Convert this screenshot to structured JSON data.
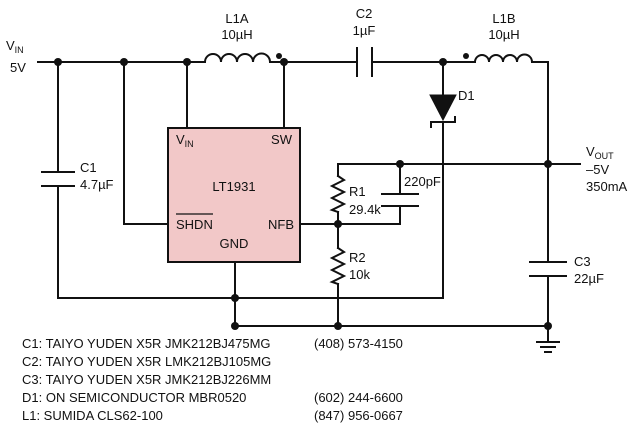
{
  "input": {
    "v_main": "V",
    "v_sub": "IN",
    "value": "5V"
  },
  "output": {
    "v_main": "V",
    "v_sub": "OUT",
    "value": "–5V",
    "current": "350mA"
  },
  "ic": {
    "part": "LT1931",
    "pin_vin_main": "V",
    "pin_vin_sub": "IN",
    "pin_sw": "SW",
    "pin_shdn": "SHDN",
    "pin_nfb": "NFB",
    "pin_gnd": "GND",
    "fill_color": "#f2c8c8"
  },
  "components": {
    "l1a": {
      "ref": "L1A",
      "value": "10µH"
    },
    "l1b": {
      "ref": "L1B",
      "value": "10µH"
    },
    "c1": {
      "ref": "C1",
      "value": "4.7µF"
    },
    "c2": {
      "ref": "C2",
      "value": "1µF"
    },
    "c3": {
      "ref": "C3",
      "value": "22µF"
    },
    "c_ff": {
      "value": "220pF"
    },
    "r1": {
      "ref": "R1",
      "value": "29.4k"
    },
    "r2": {
      "ref": "R2",
      "value": "10k"
    },
    "d1": {
      "ref": "D1"
    }
  },
  "bom": [
    {
      "part": "C1: TAIYO YUDEN X5R JMK212BJ475MG",
      "phone": "(408) 573-4150"
    },
    {
      "part": "C2: TAIYO YUDEN X5R LMK212BJ105MG",
      "phone": ""
    },
    {
      "part": "C3: TAIYO YUDEN X5R JMK212BJ226MM",
      "phone": ""
    },
    {
      "part": "D1: ON SEMICONDUCTOR MBR0520",
      "phone": "(602) 244-6600"
    },
    {
      "part": "L1: SUMIDA CLS62-100",
      "phone": "(847) 956-0667"
    }
  ]
}
